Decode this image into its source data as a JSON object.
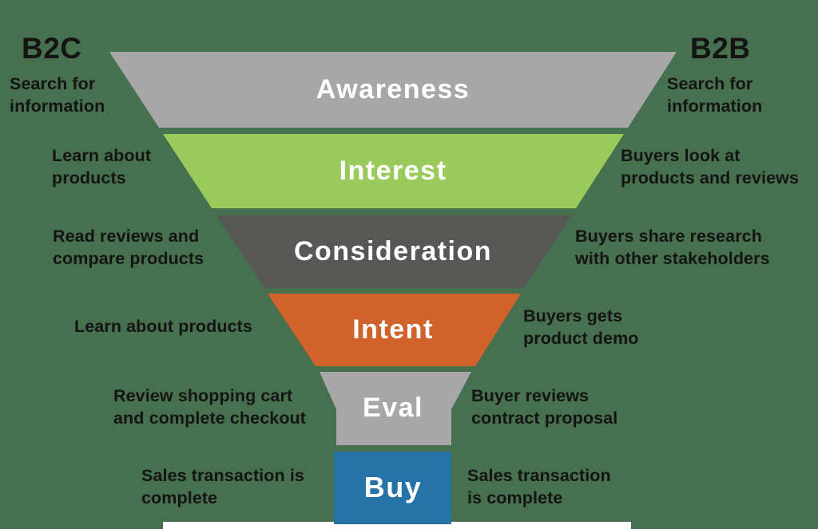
{
  "background_color": "#47704E",
  "headers": {
    "b2c": "B2C",
    "b2b": "B2B"
  },
  "funnel": {
    "type": "funnel-diagram",
    "stage_label_color": "#FFFFFF",
    "side_text_color": "#141414",
    "base_bar_color": "#FFFFFF",
    "stages": [
      {
        "label": "Awareness",
        "color": "#A7A7A7",
        "b2c": "Search for\ninformation",
        "b2b": "Search for\ninformation"
      },
      {
        "label": "Interest",
        "color": "#9BCA5C",
        "b2c": "Learn about\nproducts",
        "b2b": "Buyers look at\nproducts and reviews"
      },
      {
        "label": "Consideration",
        "color": "#575756",
        "b2c": "Read reviews and\ncompare products",
        "b2b": "Buyers share research\nwith other stakeholders"
      },
      {
        "label": "Intent",
        "color": "#D2622B",
        "b2c": "Learn about products",
        "b2b": "Buyers gets\nproduct demo"
      },
      {
        "label": "Eval",
        "color": "#A7A7A7",
        "b2c": "Review shopping cart\nand complete checkout",
        "b2b": "Buyer reviews\ncontract proposal"
      },
      {
        "label": "Buy",
        "color": "#2573A8",
        "b2c": "Sales transaction is\ncomplete",
        "b2b": "Sales transaction\nis complete"
      }
    ]
  }
}
